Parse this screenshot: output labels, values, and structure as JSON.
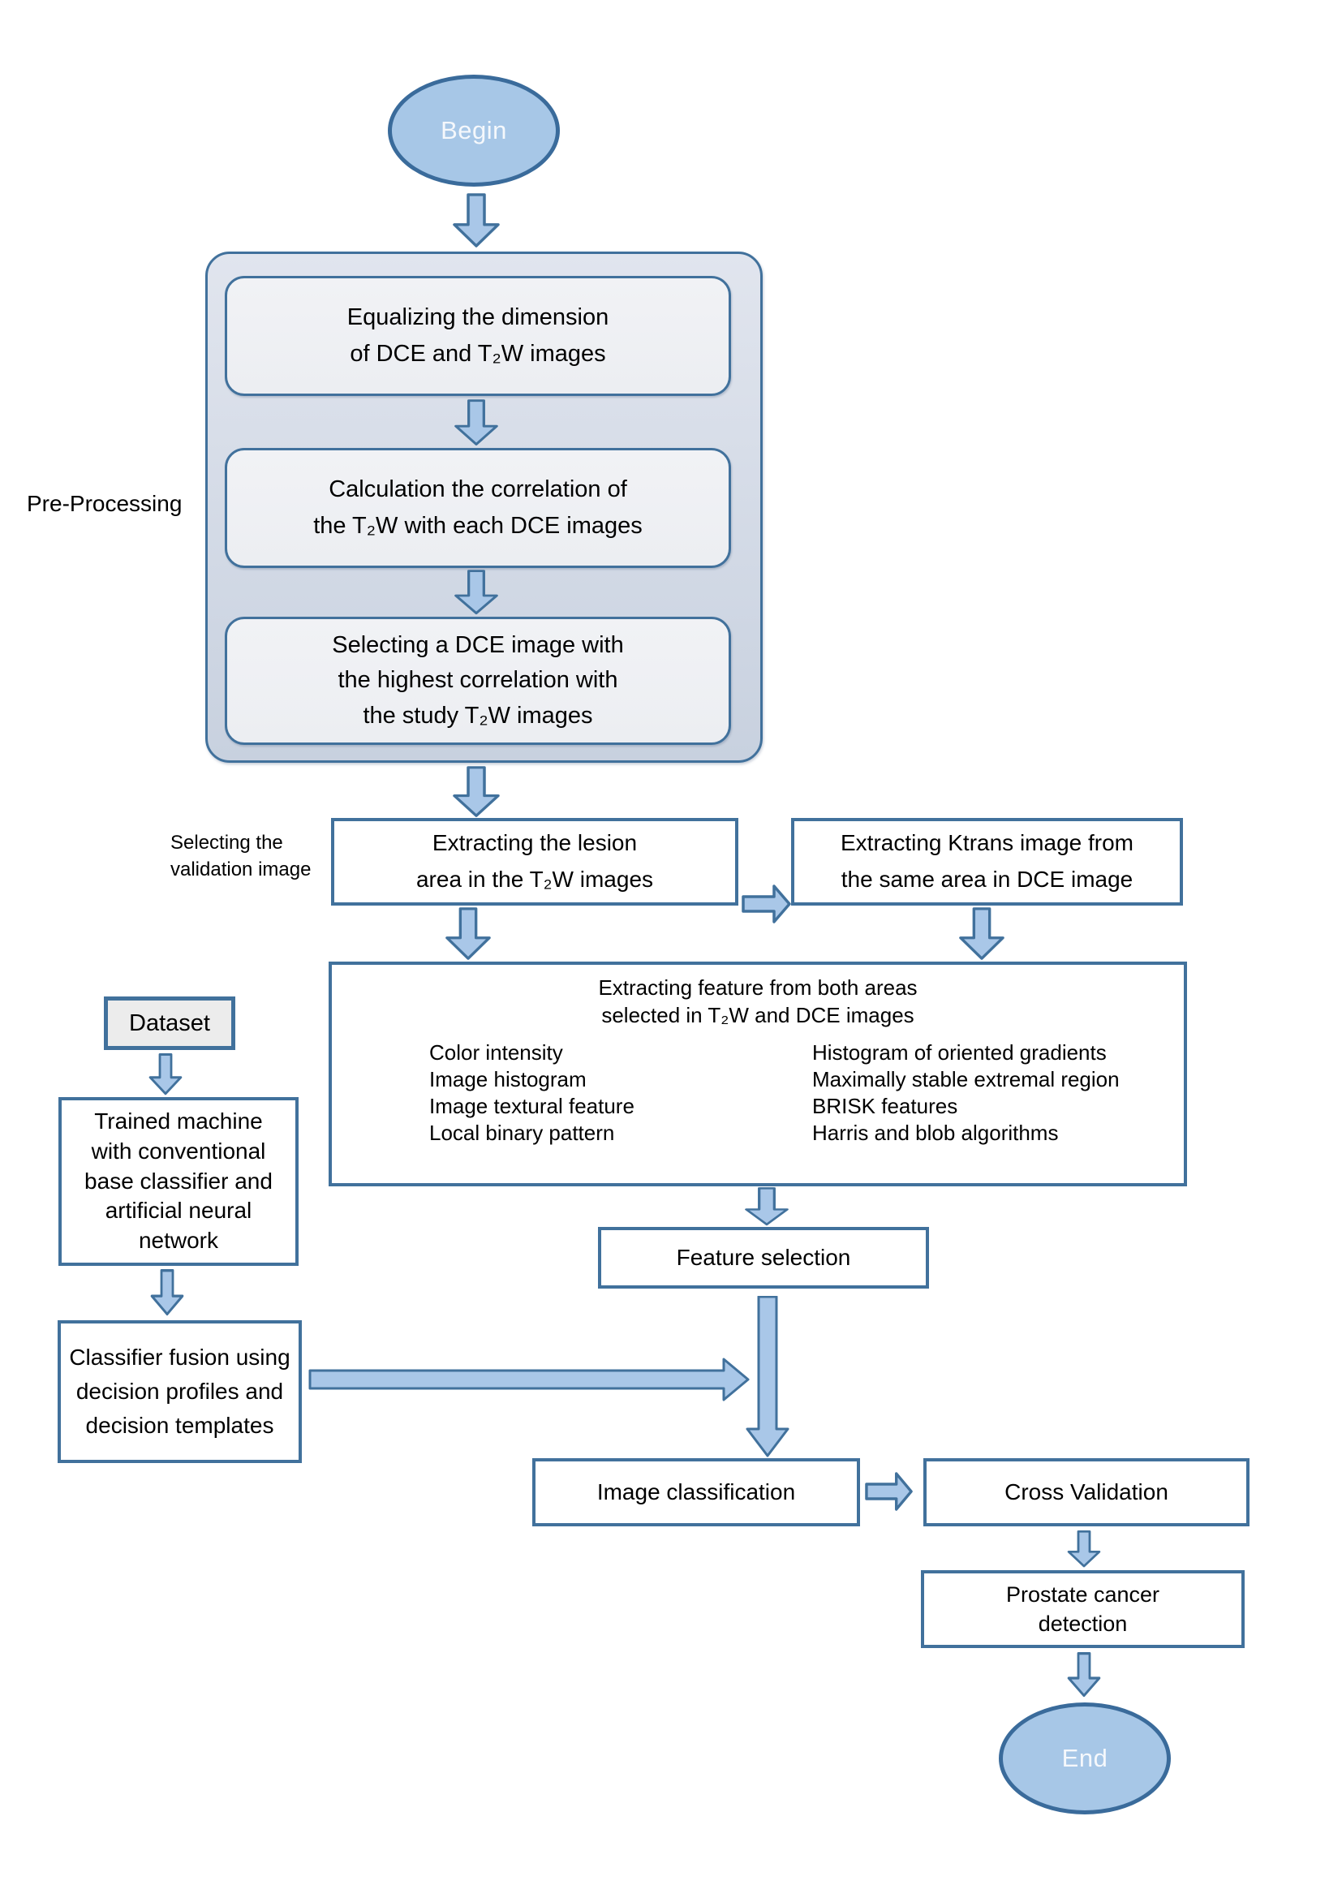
{
  "colors": {
    "shape_fill_blue": "#a7c7e7",
    "outline_blue": "#41719c",
    "container_fill": "#d3dae6",
    "inner_box_fill": "#eceef2",
    "dataset_fill": "#ececec",
    "arrow_fill": "#a9c7e8",
    "terminal_text": "#f5f8fc"
  },
  "labels": {
    "pre_processing": "Pre-Processing",
    "selecting_validation": "Selecting the\nvalidation image"
  },
  "nodes": {
    "begin": {
      "label": "Begin"
    },
    "equalizing": {
      "label": "Equalizing the dimension\nof DCE and T₂W images"
    },
    "calculation": {
      "label": "Calculation the correlation of\nthe T₂W with each DCE images"
    },
    "selecting_dce": {
      "label": "Selecting a DCE image with\nthe highest correlation with\nthe study T₂W images"
    },
    "extract_lesion": {
      "label": "Extracting the lesion\narea in the T₂W images"
    },
    "extract_ktrans": {
      "label": "Extracting Ktrans image from\nthe same area in DCE image"
    },
    "feature_extraction": {
      "title": "Extracting feature from both areas\nselected in T₂W and DCE images",
      "left_items": [
        "Color intensity",
        "Image histogram",
        "Image textural feature",
        "Local binary pattern"
      ],
      "right_items": [
        "Histogram of oriented gradients",
        "Maximally stable extremal region",
        "BRISK features",
        "Harris and blob algorithms"
      ]
    },
    "dataset": {
      "label": "Dataset"
    },
    "trained_machine": {
      "label": "Trained machine\nwith conventional\nbase classifier and\nartificial neural\nnetwork"
    },
    "classifier_fusion": {
      "label": "Classifier fusion using\ndecision profiles and\ndecision templates"
    },
    "feature_selection": {
      "label": "Feature selection"
    },
    "image_classification": {
      "label": "Image classification"
    },
    "cross_validation": {
      "label": "Cross Validation"
    },
    "prostate_detection": {
      "label": "Prostate cancer\ndetection"
    },
    "end": {
      "label": "End"
    }
  }
}
